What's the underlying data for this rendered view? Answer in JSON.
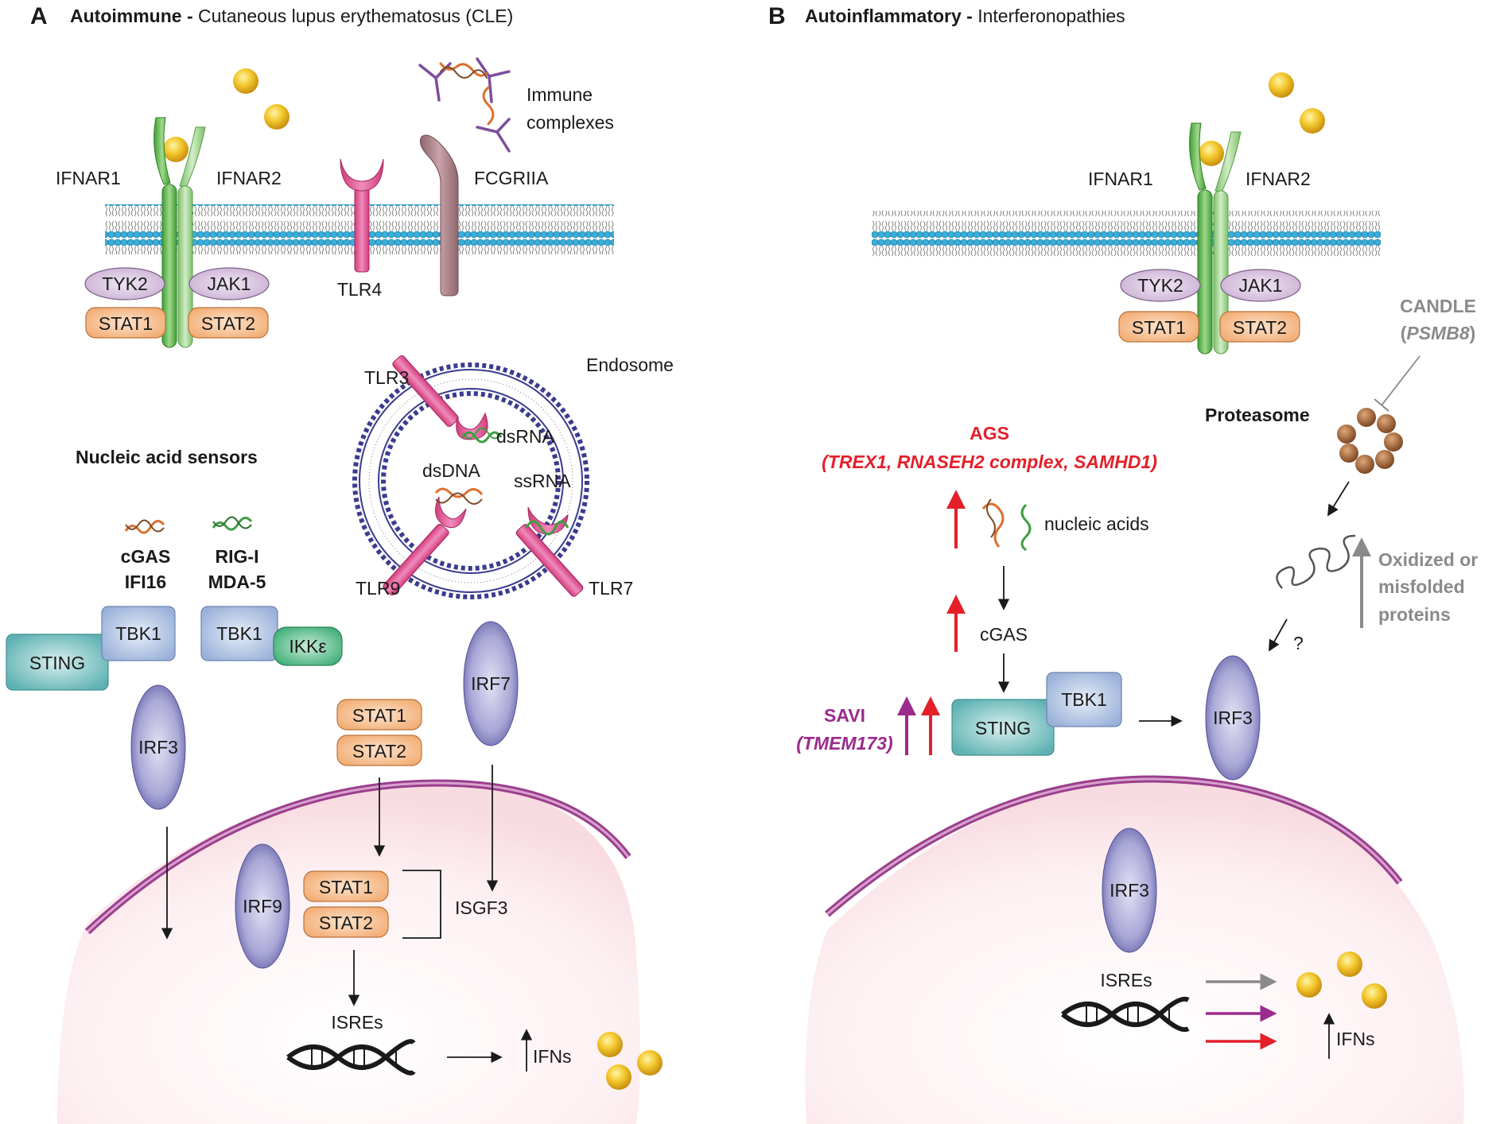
{
  "panel_a": {
    "letter": "A",
    "title_bold": "Autoimmune -",
    "title_rest": " Cutaneous lupus erythematosus (CLE)",
    "receptors": {
      "ifnar1": "IFNAR1",
      "ifnar2": "IFNAR2",
      "tlr4": "TLR4",
      "fcgriia": "FCGRIIA"
    },
    "immune_complexes": [
      "Immune",
      "complexes"
    ],
    "kinases": {
      "tyk2": "TYK2",
      "jak1": "JAK1",
      "stat1": "STAT1",
      "stat2": "STAT2"
    },
    "endosome": {
      "label": "Endosome",
      "tlr3": "TLR3",
      "tlr9": "TLR9",
      "tlr7": "TLR7",
      "dsrna": "dsRNA",
      "dsdna": "dsDNA",
      "ssrna": "ssRNA"
    },
    "sensors": {
      "heading": "Nucleic acid sensors",
      "cgas": "cGAS",
      "ifi16": "IFI16",
      "rigi": "RIG-I",
      "mda5": "MDA-5",
      "tbk1_a": "TBK1",
      "sting": "STING",
      "tbk1_b": "TBK1",
      "ikke": "IKKε"
    },
    "cytoplasm": {
      "irf3": "IRF3",
      "irf7": "IRF7",
      "stat1": "STAT1",
      "stat2": "STAT2"
    },
    "nucleus": {
      "irf9": "IRF9",
      "stat1": "STAT1",
      "stat2": "STAT2",
      "isgf3": "ISGF3",
      "isres": "ISREs",
      "ifns": "IFNs"
    }
  },
  "panel_b": {
    "letter": "B",
    "title_bold": "Autoinflammatory -",
    "title_rest": " Interferonopathies",
    "receptors": {
      "ifnar1": "IFNAR1",
      "ifnar2": "IFNAR2"
    },
    "kinases": {
      "tyk2": "TYK2",
      "jak1": "JAK1",
      "stat1": "STAT1",
      "stat2": "STAT2"
    },
    "candle": {
      "name": "CANDLE",
      "paren_open": "(",
      "gene": "PSMB8",
      "paren_close": ")"
    },
    "proteasome": "Proteasome",
    "ags": {
      "name": "AGS",
      "paren_open": "(",
      "genes": "TREX1, RNASEH2 complex, SAMHD1",
      "paren_close": ")"
    },
    "nucleic_acids": "nucleic acids",
    "cgas": "cGAS",
    "savi": {
      "name": "SAVI",
      "gene": "(TMEM173)"
    },
    "sting": "STING",
    "tbk1": "TBK1",
    "irf3": "IRF3",
    "misfolded": [
      "Oxidized or",
      "misfolded",
      "proteins"
    ],
    "question": "?",
    "nucleus": {
      "irf3": "IRF3",
      "isres": "ISREs",
      "ifns": "IFNs"
    }
  },
  "colors": {
    "membrane_head": "#3aafd9",
    "ifnar_green": "#5cb848",
    "tlr_pink": "#e0508f",
    "fcgr_mauve": "#a97f86",
    "kinase_lilac": "#d7c4de",
    "stat_orange": "#f7c59a",
    "irf_purple": "#9a98cc",
    "tbk1_blue": "#b9cbe8",
    "sting_teal": "#7fc6c6",
    "ikke_green": "#6fc89a",
    "ifn_yellow": "#f3c82d",
    "endosome_blue": "#3b3b8f",
    "nucleus_pink": "#fbe6ea",
    "nuclear_envelope": "#9b3f8c",
    "ags_red": "#e3202a",
    "savi_purple": "#9b2a8c",
    "candle_gray": "#8a8a8a",
    "proteasome_brown": "#9a6238",
    "dna_orange": "#d9702e",
    "rna_green": "#3f9e43",
    "antibody_purple": "#7d4e9b"
  }
}
